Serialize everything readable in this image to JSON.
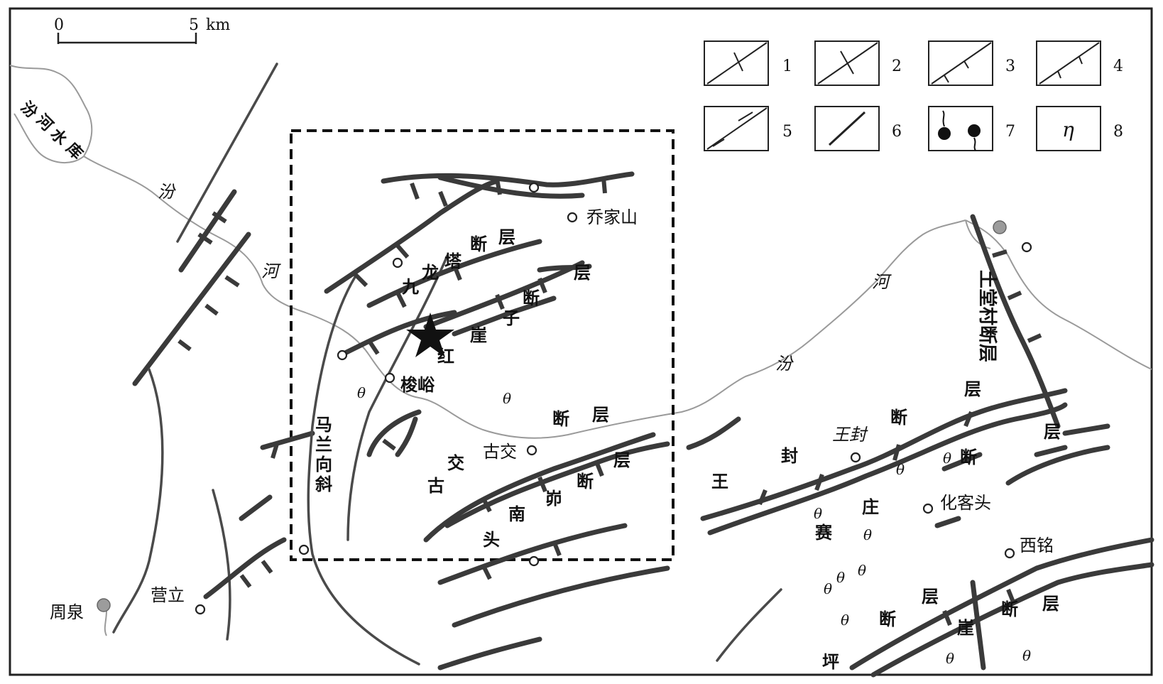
{
  "scale_bar": {
    "zero": "0",
    "five": "5",
    "unit": "km"
  },
  "legend": [
    {
      "id": 1,
      "label": "1"
    },
    {
      "id": 2,
      "label": "2"
    },
    {
      "id": 3,
      "label": "3"
    },
    {
      "id": 4,
      "label": "4"
    },
    {
      "id": 5,
      "label": "5"
    },
    {
      "id": 6,
      "label": "6"
    },
    {
      "id": 7,
      "label": "7"
    },
    {
      "id": 8,
      "label": "8",
      "symbol": "η"
    }
  ],
  "reservoir": {
    "chars": [
      "汾",
      "河",
      "水",
      "库"
    ]
  },
  "rivers": {
    "fen_he_1": "汾",
    "fen_he_2": "河",
    "fen_he_3": "河",
    "fen_he_4": "汾"
  },
  "places": {
    "qiaojiashan": "乔家山",
    "suoyu": "梭峪",
    "gujiao": "古交",
    "wangfeng": "王封",
    "huakatou": "化客头",
    "ximing": "西铭",
    "zhouquan": "周泉",
    "yingli": "营立"
  },
  "faults": {
    "jiulongta": [
      "九",
      "龙",
      "塔",
      "断",
      "层"
    ],
    "hongyazi": [
      "红",
      "崖",
      "子",
      "断",
      "层"
    ],
    "gujiao_fault": [
      "古",
      "交",
      "断",
      "层"
    ],
    "nanshan": [
      "南",
      "峁",
      "断",
      "层",
      "头"
    ],
    "wangfeng_fault": [
      "王",
      "封",
      "断",
      "层"
    ],
    "saizhuang": [
      "赛",
      "庄",
      "断",
      "层"
    ],
    "tutangcun": "土堂村断层",
    "yaping": [
      "坪",
      "崖",
      "断",
      "层",
      "断",
      "层"
    ]
  },
  "syncline": [
    "马",
    "兰",
    "向",
    "斜"
  ],
  "star": "study-site"
}
